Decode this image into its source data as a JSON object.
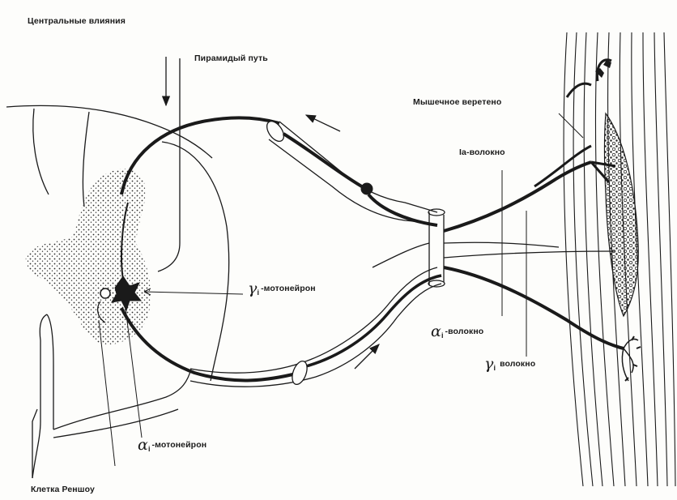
{
  "labels": {
    "central": "Центральные влияния",
    "pyramidal": "Пирамидый путь",
    "spindle": "Мышечное веретено",
    "ia_fiber": "-волокно",
    "ia_prefix": "Ia",
    "gamma_motoneuron": "-мотонейрон",
    "gamma_symbol": "γ",
    "gamma_sub": "i",
    "alpha_fiber": "-волокно",
    "alpha_symbol": "α",
    "alpha_sub": "i",
    "gamma_fiber": "волокно",
    "alpha_motoneuron": "-мотонейрон",
    "renshaw": "Клетка Реншоу"
  },
  "colors": {
    "ink": "#1a1a1a",
    "stipple": "#2a2a2a",
    "paper": "#fdfdfb"
  }
}
